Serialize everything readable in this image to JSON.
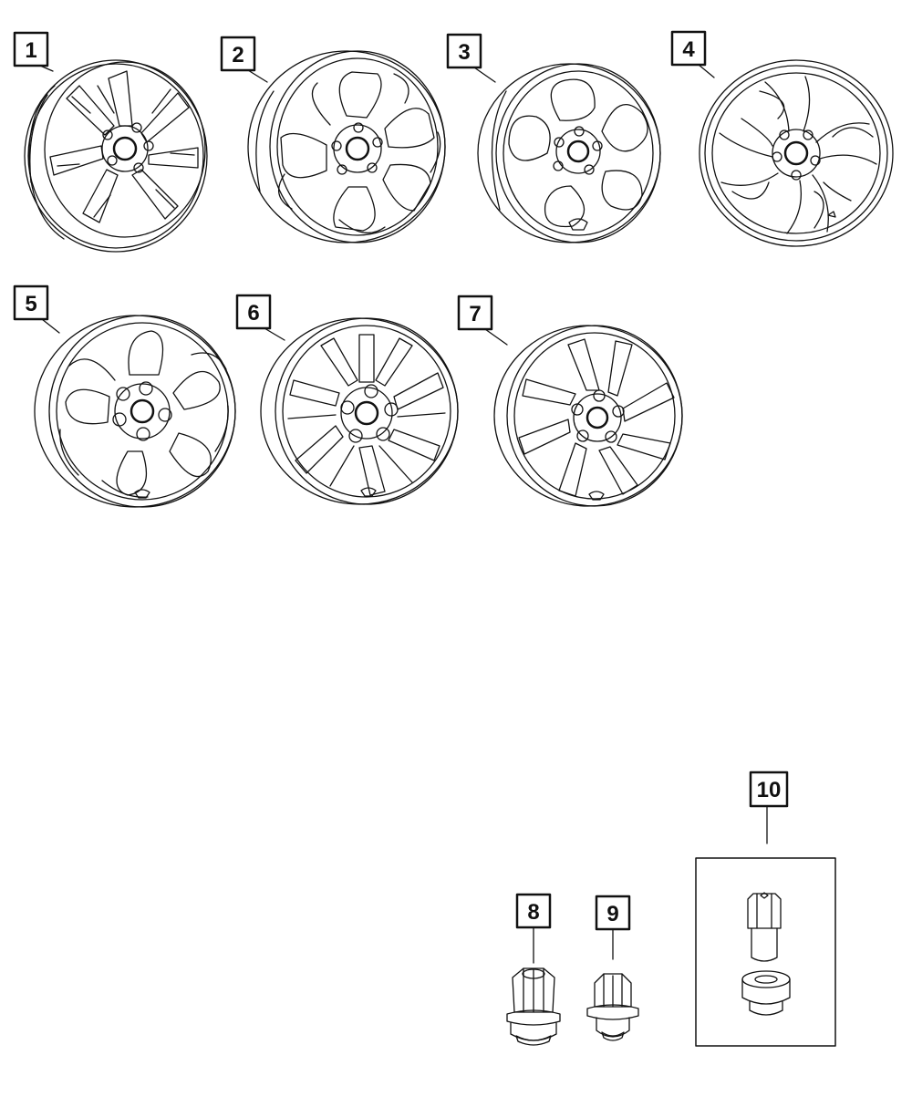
{
  "callouts": [
    {
      "label": "1",
      "depicts": "wheel-5spoke-split"
    },
    {
      "label": "2",
      "depicts": "wheel-y-spoke"
    },
    {
      "label": "3",
      "depicts": "wheel-organic-spoke"
    },
    {
      "label": "4",
      "depicts": "wheel-twisted-spoke"
    },
    {
      "label": "5",
      "depicts": "wheel-5spoke-pocket"
    },
    {
      "label": "6",
      "depicts": "wheel-10spoke"
    },
    {
      "label": "7",
      "depicts": "wheel-5spoke-split-v"
    },
    {
      "label": "8",
      "depicts": "lug-nut-capped"
    },
    {
      "label": "9",
      "depicts": "lug-nut-flanged"
    },
    {
      "label": "10",
      "depicts": "wheel-lock-kit"
    }
  ],
  "colors": {
    "line": "#111111",
    "background": "#ffffff"
  }
}
